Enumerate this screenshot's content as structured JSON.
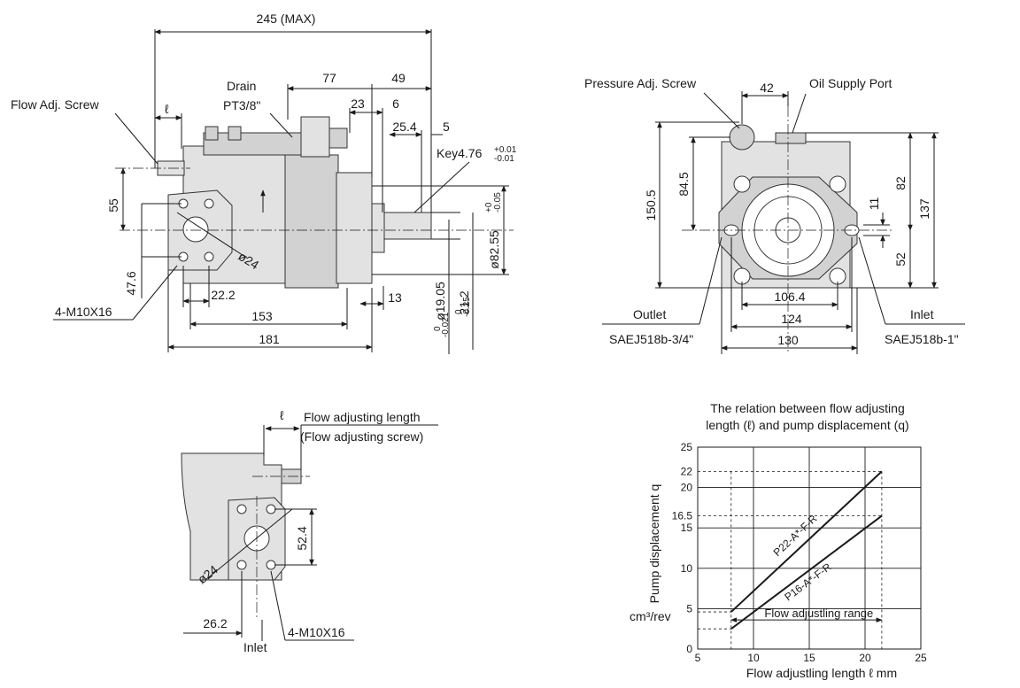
{
  "side_view": {
    "overall": "245 (MAX)",
    "drain": "Drain",
    "drain_thread": "PT3/8\"",
    "flow_adj_screw": "Flow Adj. Screw",
    "ell": "ℓ",
    "d77": "77",
    "d49": "49",
    "d23": "23",
    "d6": "6",
    "d25_4": "25.4",
    "d5": "5",
    "key": "Key4.76",
    "key_tol_up": "+0.01",
    "key_tol_dn": "-0.01",
    "d55": "55",
    "d47_6": "47.6",
    "d24": "ø24",
    "bolts": "4-M10X16",
    "d22_2": "22.2",
    "d13": "13",
    "d153": "153",
    "d181": "181",
    "shaft_dia": "ø19.05",
    "shaft_tol_up": "0",
    "shaft_tol_dn": "-0.021",
    "d21_2": "21.2",
    "d21_2_tol_up": "0",
    "d21_2_tol_dn": "-0.25",
    "pilot": "ø82.55",
    "pilot_tol_up": "+0",
    "pilot_tol_dn": "-0.05"
  },
  "front_view": {
    "pressure_screw": "Pressure Adj. Screw",
    "oil_port": "Oil Supply Port",
    "d42": "42",
    "d150_5": "150.5",
    "d84_5": "84.5",
    "d82": "82",
    "d137": "137",
    "d11": "11",
    "d52": "52",
    "d106_4": "106.4",
    "d124": "124",
    "d130": "130",
    "outlet": "Outlet",
    "outlet_spec": "SAEJ518b-3/4\"",
    "inlet": "Inlet",
    "inlet_spec": "SAEJ518b-1\""
  },
  "detail_view": {
    "ell": "ℓ",
    "flow_len": "Flow adjusting length",
    "flow_screw": "(Flow adjusting screw)",
    "d52_4": "52.4",
    "d24": "ø24",
    "d26_2": "26.2",
    "bolts": "4-M10X16",
    "inlet": "Inlet"
  },
  "chart_data": {
    "type": "line",
    "title": "The relation between flow adjusting length (ℓ)  and pump displacement (q)",
    "title_line1": "The relation between flow adjusting",
    "title_line2": "length (ℓ)  and pump displacement (q)",
    "xlabel": "Flow adjustling length ℓ mm",
    "ylabel": "Pump displacement q",
    "yunit": "cm³/rev",
    "xlim": [
      5,
      25
    ],
    "ylim": [
      0,
      25
    ],
    "xticks": [
      5,
      10,
      15,
      20,
      25
    ],
    "yticks": [
      0,
      5,
      10,
      15,
      20,
      25
    ],
    "extra_yticks": [
      16.5,
      22
    ],
    "extra_ytick_labels": [
      "16.5",
      "22"
    ],
    "grid": true,
    "series": [
      {
        "name": "P22-A*-F-R",
        "x": [
          8,
          21.5
        ],
        "y": [
          4.6,
          22
        ]
      },
      {
        "name": "P16-A*-F-R",
        "x": [
          8,
          21.5
        ],
        "y": [
          2.5,
          16.5
        ]
      }
    ],
    "range_label": "Flow adjustling range",
    "range": [
      8,
      21.5
    ]
  }
}
